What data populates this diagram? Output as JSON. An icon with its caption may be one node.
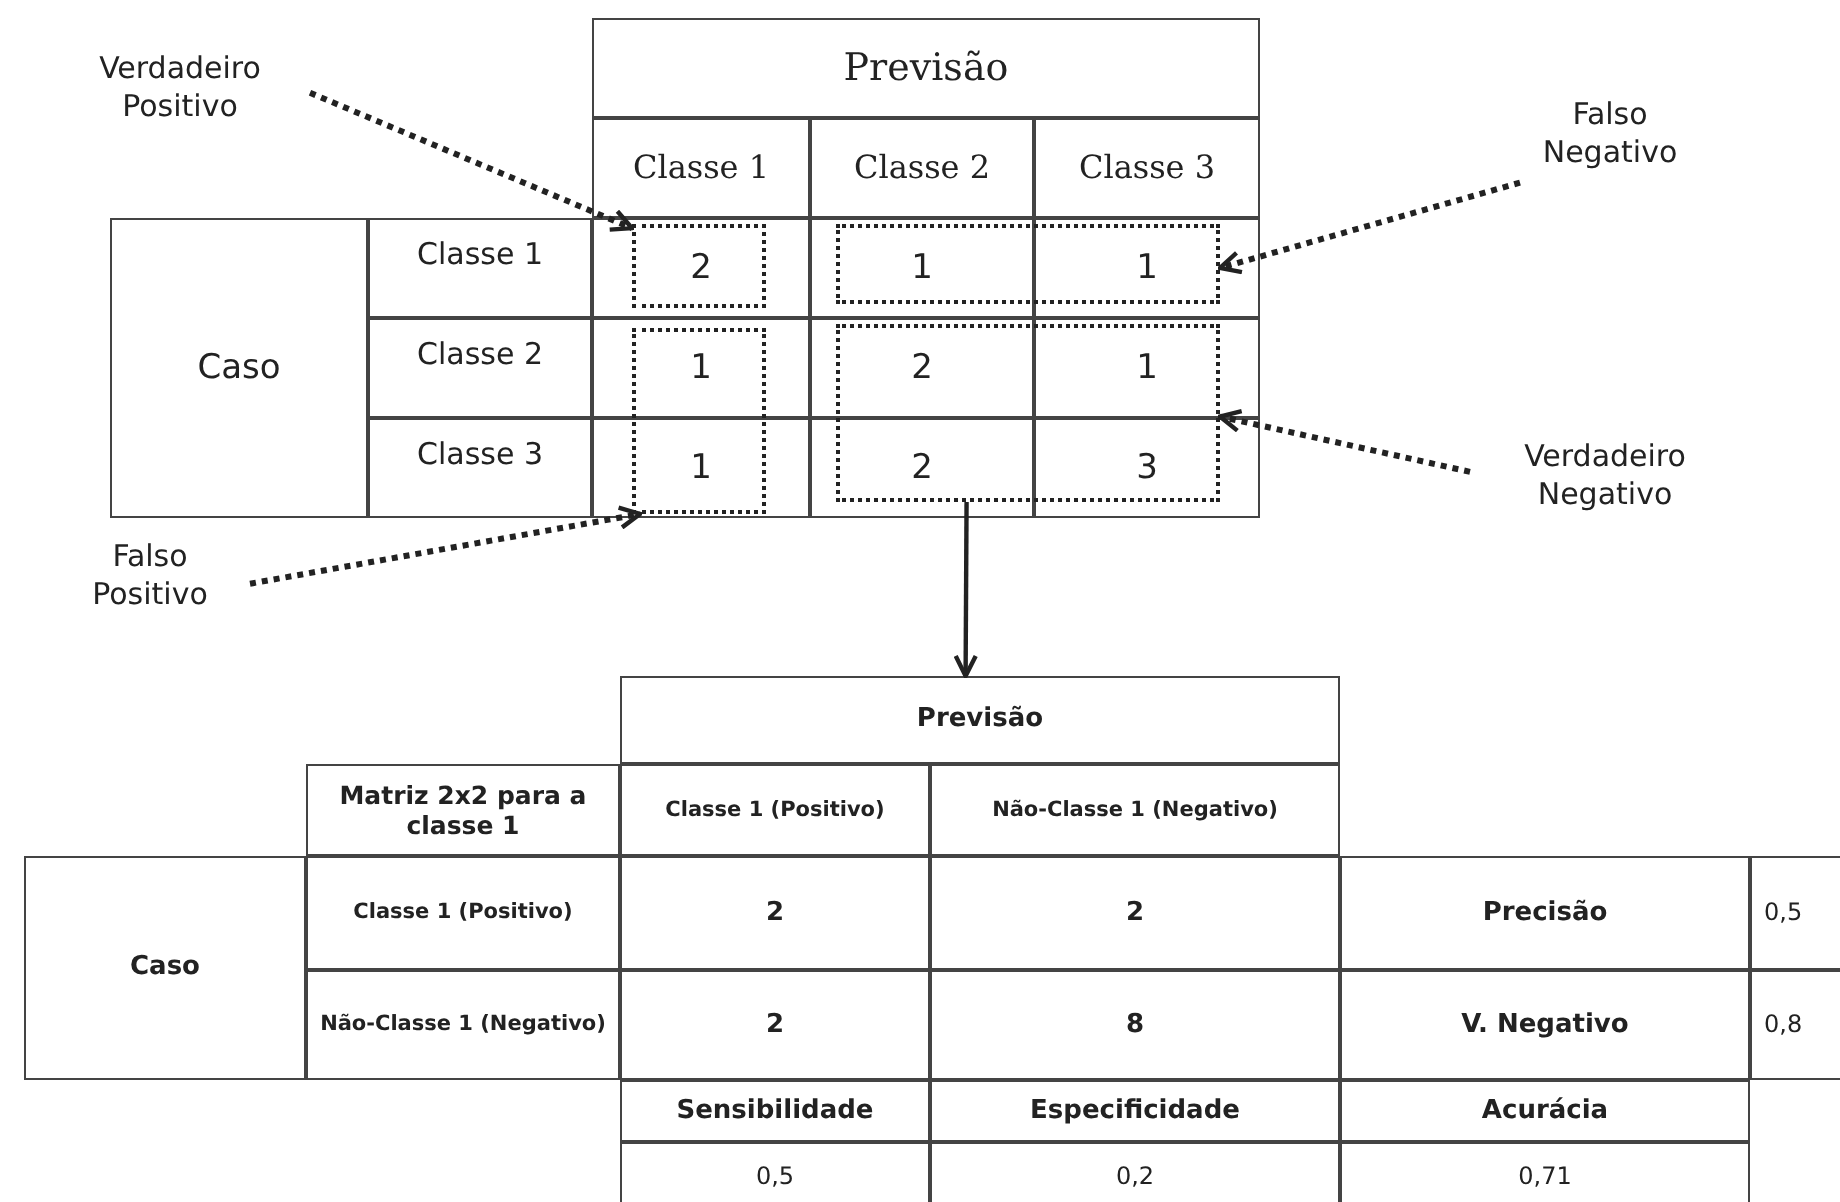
{
  "diagram": {
    "nodes": [
      {
        "text": [
          "Verdadeiro Positivo"
        ]
      },
      {
        "text": [
          "Previsão"
        ]
      },
      {
        "text": [
          "Falso Negativo"
        ]
      },
      {
        "text": [
          "Verdadeiro Negativo"
        ]
      },
      {
        "text": [
          "Falso Positivo"
        ]
      },
      {
        "text": [],
        "shape": "box"
      },
      {
        "text": [],
        "shape": "box"
      },
      {
        "text": [],
        "shape": "box"
      },
      {
        "text": [],
        "shape": "box"
      },
      {
        "text": [
          "Previsão"
        ]
      }
    ],
    "edges": [
      {
        "from": 0,
        "to": 5,
        "arrow": "to",
        "style": "dashed"
      },
      {
        "from": 2,
        "to": 6,
        "arrow": "to",
        "style": "dashed"
      },
      {
        "from": 3,
        "to": 8,
        "arrow": "to",
        "style": "dashed"
      },
      {
        "from": 4,
        "to": 7,
        "arrow": "to",
        "style": "dashed"
      },
      {
        "from": 8,
        "to": 9,
        "arrow": "to"
      }
    ],
    "labels": [
      "Classe 1",
      "Classe 2",
      "Classe 3",
      "Caso",
      "Classe 1",
      "2",
      "1",
      "1",
      "Classe 2",
      "1",
      "2",
      "1",
      "Classe 3",
      "1",
      "2",
      "3",
      "Matriz 2x2 para a classe 1",
      "Classe 1 (Positivo)",
      "Não-Classe 1 (Negativo)",
      "Caso",
      "Classe 1 (Positivo)",
      "2",
      "2",
      "Precisão",
      "0,5",
      "Não-Classe 1 (Negativo)",
      "2",
      "8",
      "V. Negativo",
      "0,8",
      "Sensibilidade",
      "Especificidade",
      "Acurácia",
      "0,5",
      "0,2",
      "0,71"
    ]
  }
}
